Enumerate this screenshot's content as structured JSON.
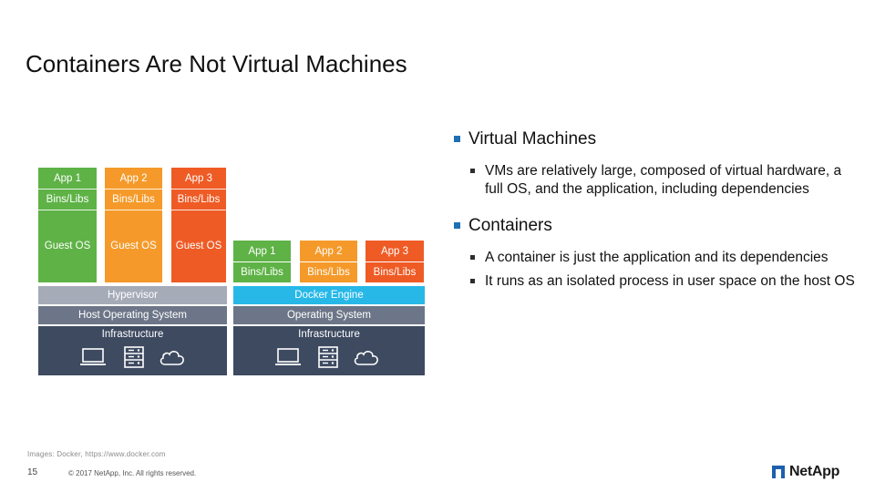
{
  "slide": {
    "title": "Containers Are Not Virtual Machines",
    "page_number": "15",
    "copyright": "© 2017 NetApp, Inc. All rights reserved.",
    "image_credit": "Images: Docker, https://www.docker.com",
    "logo_text": "NetApp"
  },
  "diagram": {
    "vm": {
      "apps": [
        "App 1",
        "App 2",
        "App 3"
      ],
      "bins": [
        "Bins/Libs",
        "Bins/Libs",
        "Bins/Libs"
      ],
      "guest_os": [
        "Guest OS",
        "Guest OS",
        "Guest OS"
      ],
      "hypervisor": "Hypervisor",
      "host_os": "Host Operating System",
      "infrastructure": "Infrastructure"
    },
    "container": {
      "apps": [
        "App 1",
        "App 2",
        "App 3"
      ],
      "bins": [
        "Bins/Libs",
        "Bins/Libs",
        "Bins/Libs"
      ],
      "engine": "Docker Engine",
      "os": "Operating System",
      "infrastructure": "Infrastructure"
    },
    "colors": {
      "green": "#5eb246",
      "orange": "#f59a2a",
      "red": "#ef5b25",
      "blue": "#27b8e8",
      "navy": "#3d4a60"
    },
    "icons": [
      "laptop-icon",
      "server-icon",
      "cloud-icon"
    ]
  },
  "bullets": {
    "vm": {
      "heading": "Virtual Machines",
      "items": [
        "VMs are relatively large, composed of virtual hardware, a full OS, and the application, including dependencies"
      ]
    },
    "containers": {
      "heading": "Containers",
      "items": [
        "A container is just the application and its dependencies",
        "It runs as an isolated process in user space on the host OS"
      ]
    }
  }
}
